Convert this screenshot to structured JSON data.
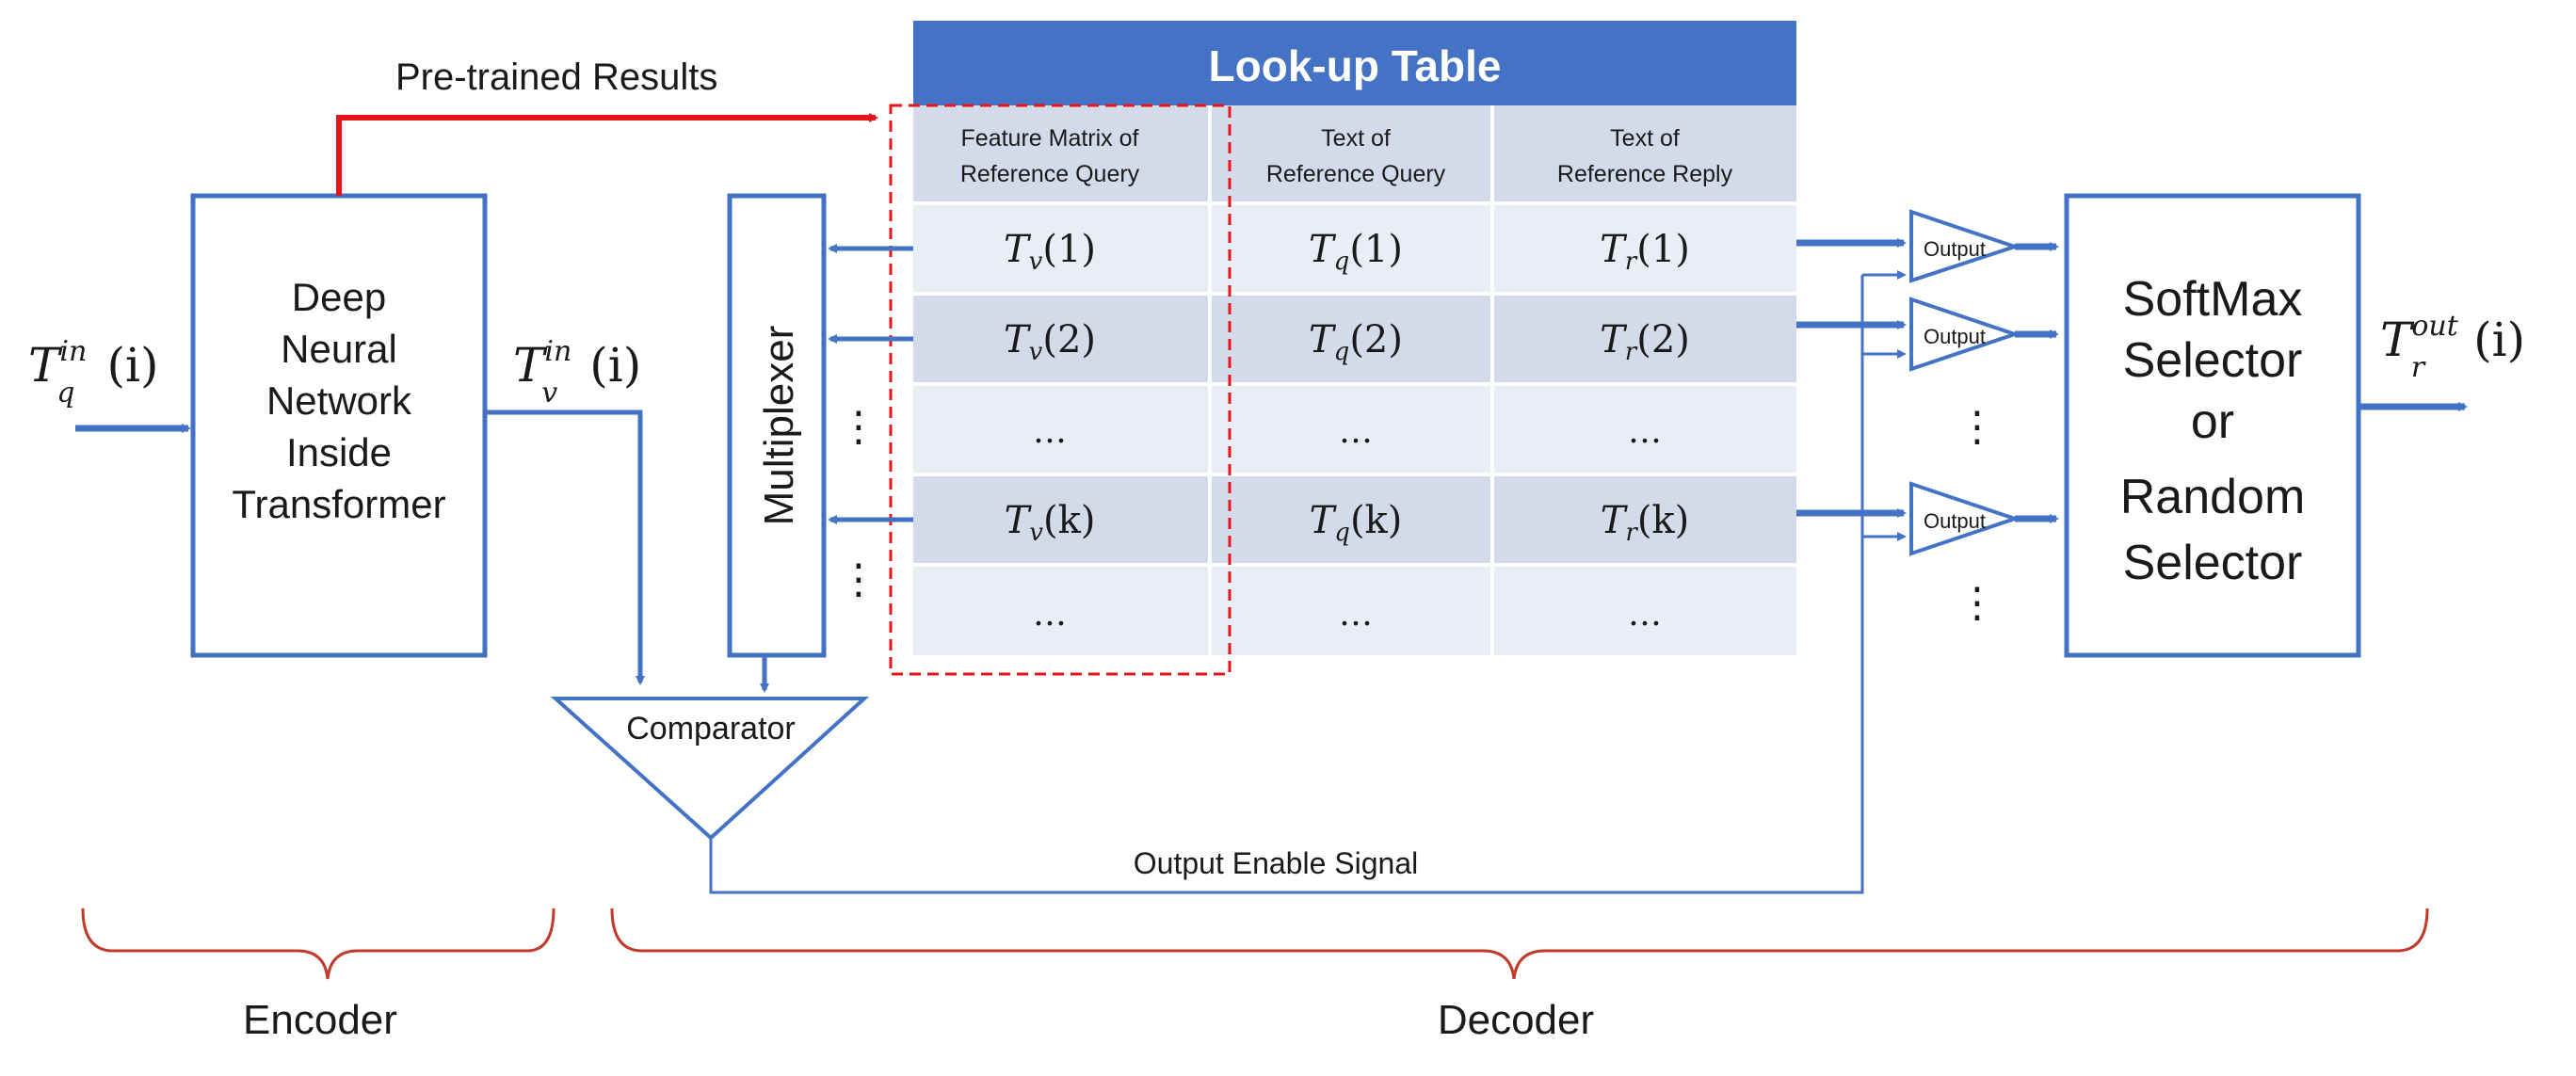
{
  "encoder": {
    "input_label": "T",
    "input_sup": "in",
    "input_sub": "q",
    "input_arg": "(i)",
    "dnn_lines": [
      "Deep",
      "Neural",
      "Network",
      "Inside",
      "Transformer"
    ],
    "feature_label": "T",
    "feature_sup": "in",
    "feature_sub": "v",
    "feature_arg": "(i)",
    "pretrained_label": "Pre-trained Results"
  },
  "multiplexer_label": "Multiplexer",
  "comparator_label": "Comparator",
  "output_enable_label": "Output Enable Signal",
  "lookup_table": {
    "title": "Look-up Table",
    "headers": [
      [
        "Feature Matrix of",
        "Reference Query"
      ],
      [
        "Text of",
        "Reference Query"
      ],
      [
        "Text of",
        "Reference Reply"
      ]
    ],
    "rows": [
      [
        {
          "b": "T",
          "s": "v",
          "a": "(1)"
        },
        {
          "b": "T",
          "s": "q",
          "a": "(1)"
        },
        {
          "b": "T",
          "s": "r",
          "a": "(1)"
        }
      ],
      [
        {
          "b": "T",
          "s": "v",
          "a": "(2)"
        },
        {
          "b": "T",
          "s": "q",
          "a": "(2)"
        },
        {
          "b": "T",
          "s": "r",
          "a": "(2)"
        }
      ],
      [
        {
          "b": "…"
        },
        {
          "b": "…"
        },
        {
          "b": "…"
        }
      ],
      [
        {
          "b": "T",
          "s": "v",
          "a": "(k)"
        },
        {
          "b": "T",
          "s": "q",
          "a": "(k)"
        },
        {
          "b": "T",
          "s": "r",
          "a": "(k)"
        }
      ],
      [
        {
          "b": "…"
        },
        {
          "b": "…"
        },
        {
          "b": "…"
        }
      ]
    ]
  },
  "output_buffer_label": "Output",
  "vertical_dots": "⋮",
  "selector_lines": [
    "SoftMax",
    "Selector",
    "or",
    "Random",
    "Selector"
  ],
  "output": {
    "label": "T",
    "sup": "out",
    "sub": "r",
    "arg": "(i)"
  },
  "braces": {
    "encoder": "Encoder",
    "decoder": "Decoder"
  },
  "colors": {
    "blue": "#4472C4",
    "header_blue": "#4472C4",
    "row_light": "#E9EDF5",
    "row_dark": "#D3DBEB",
    "red": "#E8141B",
    "brace_red": "#C0392B",
    "text": "#1a1a1a"
  }
}
